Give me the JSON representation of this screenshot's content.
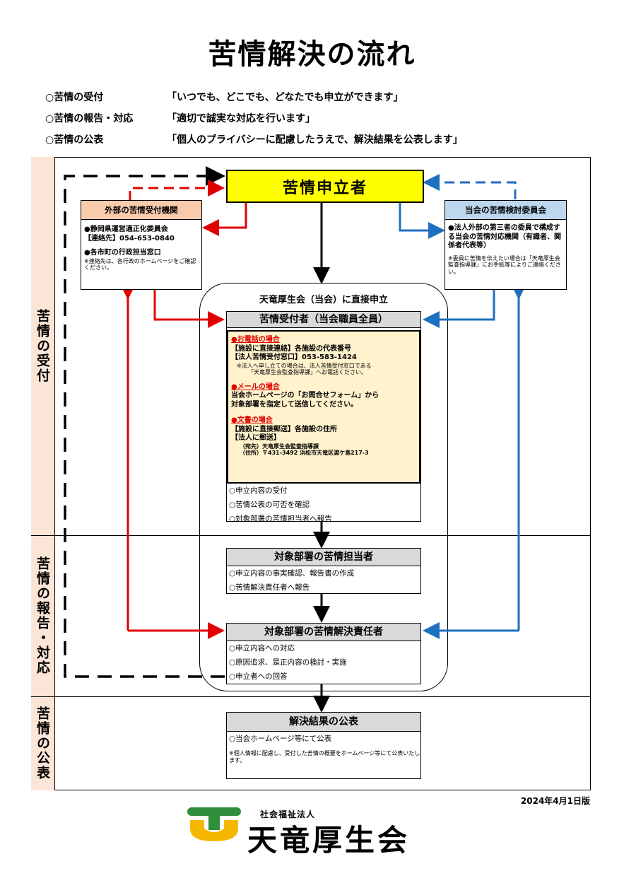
{
  "title": "苦情解決の流れ",
  "principles": [
    {
      "label": "○苦情の受付",
      "text": "「いつでも、どこでも、どなたでも申立ができます」"
    },
    {
      "label": "○苦情の報告・対応",
      "text": "「適切で誠実な対応を行います」"
    },
    {
      "label": "○苦情の公表",
      "text": "「個人のプライバシーに配慮したうえで、解決結果を公表します」"
    }
  ],
  "bands": {
    "reception": "苦情の受付",
    "report": "苦情の報告・対応",
    "publication": "苦情の公表"
  },
  "complainant": "苦情申立者",
  "external": {
    "header": "外部の苦情受付機関",
    "org1": "●静岡県運営適正化委員会",
    "org1_contact": "【連絡先】054-653-0840",
    "org2": "●各市町の行政担当窓口",
    "note": "※連絡先は、各行政のホームページをご確認ください。"
  },
  "committee": {
    "header": "当会の苦情検討委員会",
    "body": "●法人外部の第三者の委員で構成する当会の苦情対応機関（有識者、関係者代表等）",
    "note": "※委員に苦情を伝えたい場合は「天竜厚生会監査指導課」にお手紙等によりご連絡ください。"
  },
  "direct_label": "天竜厚生会（当会）に直接申立",
  "receiver": {
    "header": "苦情受付者（当会職員全員）",
    "phone_title": "●お電話の場合",
    "phone_line1": "【施設に直接連絡】各施設の代表番号",
    "phone_line2": "【法人苦情受付窓口】053-583-1424",
    "phone_note1": "※法人へ申し立ての場合は、法人苦情受付窓口である",
    "phone_note2": "「天竜厚生会監査指導課」へお電話ください。",
    "mail_title": "●メールの場合",
    "mail_line1": "当会ホームページの「お問合せフォーム」から",
    "mail_line2": "対象部署を指定して送信してください。",
    "letter_title": "●文書の場合",
    "letter_line1": "【施設に直接郵送】各施設の住所",
    "letter_line2": "【法人に郵送】",
    "letter_line3": "（宛先）天竜厚生会監査指導課",
    "letter_line4": "（住所）〒431-3492 浜松市天竜区渡ケ島217-3",
    "items": [
      "○申立内容の受付",
      "○苦情公表の可否を確認",
      "○対象部署の苦情担当者へ報告"
    ]
  },
  "dept_staff": {
    "header": "対象部署の苦情担当者",
    "items": [
      "○申立内容の事実確認、報告書の作成",
      "○苦情解決責任者へ報告"
    ]
  },
  "dept_manager": {
    "header": "対象部署の苦情解決責任者",
    "items": [
      "○申立内容への対応",
      "○原因追求、是正内容の検討・実施",
      "○申立者への回答"
    ]
  },
  "publication": {
    "header": "解決結果の公表",
    "item": "○当会ホームページ等にて公表",
    "note": "※個人情報に配慮し、受付した苦情の概要をホームページ等にて公表いたします。"
  },
  "date": "2024年4月1日版",
  "logo": {
    "sub": "社会福祉法人",
    "name": "天竜厚生会"
  },
  "colors": {
    "yellow": "#ffff00",
    "red": "#e00000",
    "blue": "#1f6fc0",
    "orange": "#f8cbad",
    "lightblue": "#bdd7ee",
    "cream": "#fff2cc",
    "band": "#fbe5d6",
    "logo_green": "#2f8f3a",
    "logo_yellow": "#f5b800"
  }
}
